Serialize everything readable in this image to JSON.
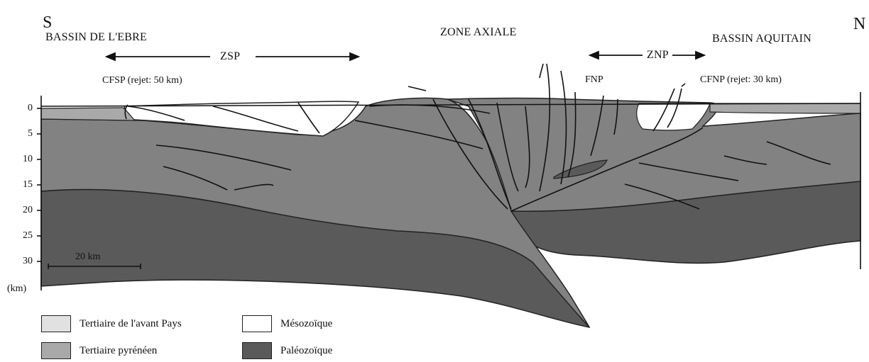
{
  "orientation": {
    "south": "S",
    "north": "N"
  },
  "regions": {
    "left_basin": "BASSIN DE L'EBRE",
    "axial_zone": "ZONE AXIALE",
    "right_basin": "BASSIN AQUITAIN"
  },
  "zones": {
    "south": "ZSP",
    "north": "ZNP"
  },
  "faults": {
    "cfsp": "CFSP (rejet: 50 km)",
    "fnp": "FNP",
    "cfnp": "CFNP (rejet: 30 km)"
  },
  "depth_axis": {
    "ticks": [
      "0",
      "5",
      "10",
      "15",
      "20",
      "25",
      "30"
    ],
    "unit": "(km)"
  },
  "scale_bar": {
    "label": "20 km"
  },
  "legend": [
    {
      "label": "Tertiaire de l'avant Pays",
      "color": "#e1e1e1"
    },
    {
      "label": "Mésozoïque",
      "color": "#ffffff"
    },
    {
      "label": "Tertiaire pyrénéen",
      "color": "#a9a9a9"
    },
    {
      "label": "Paléozoïque",
      "color": "#5a5a5a"
    }
  ],
  "colors": {
    "tertiaire_avant_pays": "#e1e1e1",
    "mesozoique": "#ffffff",
    "tertiaire_pyreneen": "#a9a9a9",
    "paleozoique_upper": "#828282",
    "paleozoique_lower": "#5a5a5a"
  }
}
